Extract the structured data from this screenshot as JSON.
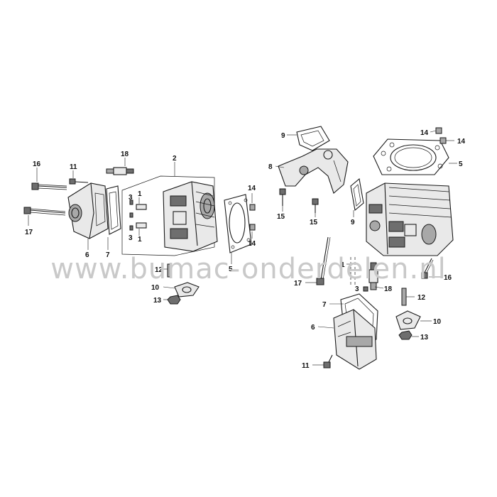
{
  "watermark": "www.bumac-onderdelen.nl",
  "left_assembly": {
    "callouts": {
      "c16": "16",
      "c11": "11",
      "c18": "18",
      "c2": "2",
      "c17": "17",
      "c6": "6",
      "c7": "7",
      "c3a": "3",
      "c1a": "1",
      "c3b": "3",
      "c1b": "1",
      "c14a": "14",
      "c14b": "14",
      "c5": "5",
      "c12": "12",
      "c10": "10",
      "c13": "13"
    }
  },
  "right_assembly": {
    "callouts": {
      "c9a": "9",
      "c8": "8",
      "c14a": "14",
      "c14b": "14",
      "c5": "5",
      "c15a": "15",
      "c15b": "15",
      "c9b": "9",
      "c17": "17",
      "c1a": "1",
      "c3": "3",
      "c18": "18",
      "c16": "16",
      "c12": "12",
      "c7": "7",
      "c6": "6",
      "c10": "10",
      "c13": "13",
      "c11": "11"
    }
  }
}
